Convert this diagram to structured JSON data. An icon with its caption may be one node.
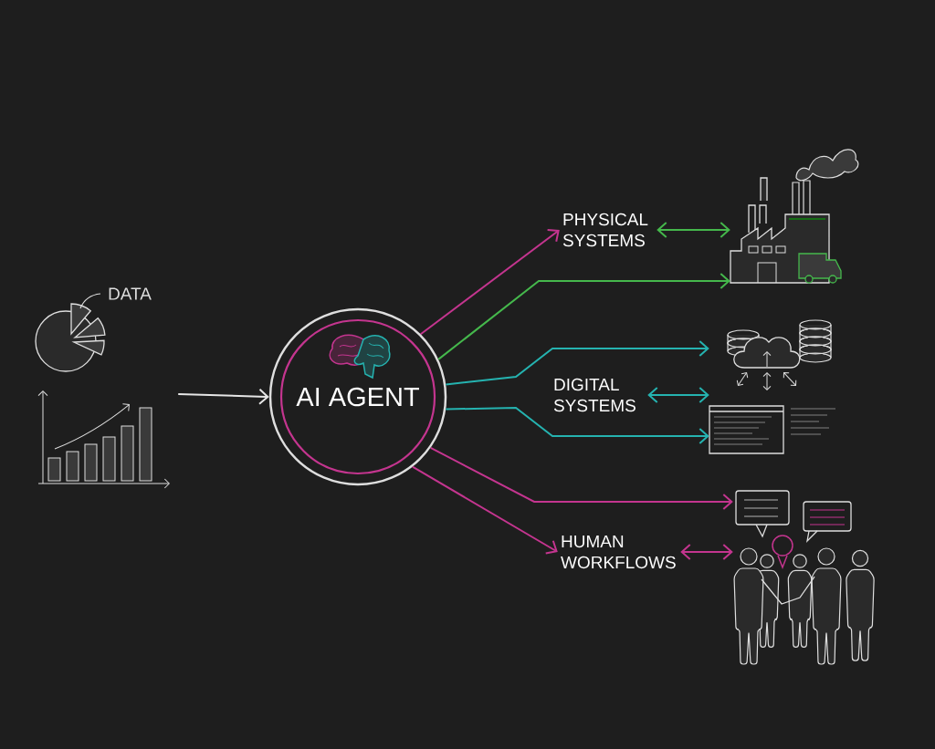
{
  "diagram": {
    "nodes": [
      {
        "text": [
          "DATA"
        ]
      },
      {
        "text": [
          "AI AGENT"
        ]
      },
      {
        "text": [
          "PHYSICAL SYSTEMS"
        ]
      },
      {
        "text": [],
        "shape": "picture"
      },
      {
        "text": [
          "DIGITAL SYSTEMS"
        ]
      },
      {
        "text": [],
        "shape": "picture"
      },
      {
        "text": [
          "HUMAN WORKFLOWS"
        ]
      },
      {
        "text": [],
        "shape": "picture"
      }
    ],
    "edges": [
      {
        "from": 0,
        "to": 1,
        "arrow": "to",
        "color": "#e6e6e6"
      },
      {
        "from": 1,
        "to": 2,
        "arrow": "to",
        "color": "#c4358f"
      },
      {
        "from": 1,
        "to": 3,
        "arrow": "to",
        "color": "#45b84c"
      },
      {
        "from": 2,
        "to": 3,
        "arrow": "both",
        "color": "#45b84c"
      },
      {
        "from": 1,
        "to": 5,
        "arrow": "to",
        "color": "#25b3b0"
      },
      {
        "from": 4,
        "to": 5,
        "arrow": "both",
        "color": "#25b3b0"
      },
      {
        "from": 1,
        "to": 5,
        "arrow": "to",
        "color": "#25b3b0"
      },
      {
        "from": 1,
        "to": 7,
        "arrow": "to",
        "color": "#c4358f"
      },
      {
        "from": 1,
        "to": 6,
        "arrow": "to",
        "color": "#c4358f"
      },
      {
        "from": 6,
        "to": 7,
        "arrow": "both",
        "color": "#c4358f"
      }
    ]
  }
}
